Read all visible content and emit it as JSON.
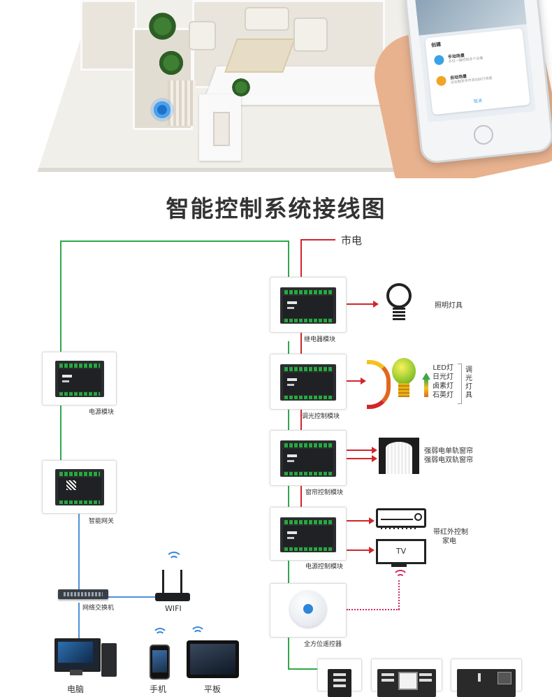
{
  "title": "智能控制系统接线图",
  "mains_label": "市电",
  "phone_screen": {
    "dialog_title": "创建",
    "option1_title": "手动场景",
    "option1_desc": "方位一键控制多个设备",
    "option2_title": "自动场景",
    "option2_desc": "设定触发条件自动执行场景",
    "cancel": "取消"
  },
  "left_devices": [
    {
      "caption": "电源模块"
    },
    {
      "caption": "智能网关"
    }
  ],
  "network": {
    "switch_caption": "网络交换机",
    "wifi_caption": "WIFI",
    "terminals": [
      {
        "caption": "电脑"
      },
      {
        "caption": "手机"
      },
      {
        "caption": "平板"
      }
    ]
  },
  "right_devices": [
    {
      "caption": "继电器模块",
      "target": "照明灯具"
    },
    {
      "caption": "调光控制模块",
      "lamps": [
        "LED灯",
        "日光灯",
        "卤素灯",
        "石英灯"
      ],
      "bracket": "调光灯具"
    },
    {
      "caption": "窗帘控制模块",
      "targets": [
        "强弱电单轨窗帘",
        "强弱电双轨窗帘"
      ]
    },
    {
      "caption": "电源控制模块",
      "targets": [
        "带红外控制",
        "家电"
      ],
      "tv_label": "TV"
    },
    {
      "caption": "全方位遥控器"
    }
  ],
  "colors": {
    "green_line": "#2ea84a",
    "red_line": "#d0262a",
    "blue_line": "#4f8fd6",
    "dotted": "#d0266a"
  }
}
